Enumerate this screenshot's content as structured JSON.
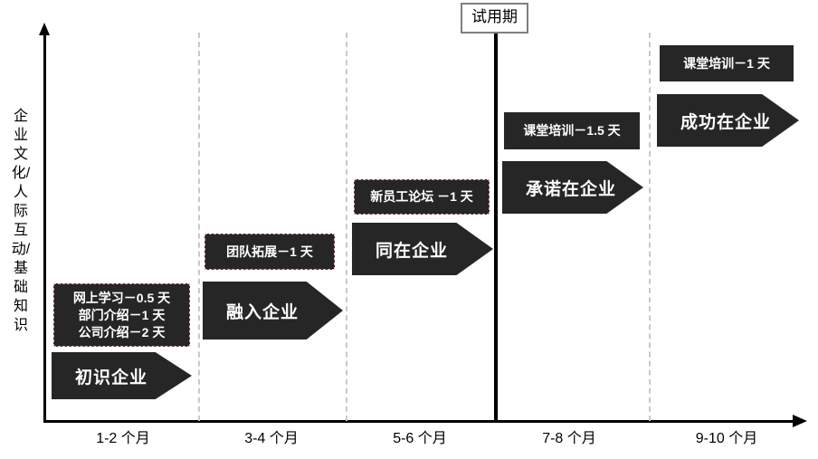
{
  "chart_data": {
    "type": "diagram",
    "title": "",
    "ylabel": "企业文化/人际互动/基础知识",
    "xlabel": "",
    "categories": [
      "1-2 个月",
      "3-4 个月",
      "5-6 个月",
      "7-8 个月",
      "9-10 个月"
    ],
    "marker": {
      "label": "试用期",
      "after_category": "5-6 个月"
    },
    "series": [
      {
        "name": "初识企业",
        "category": "1-2 个月",
        "details": [
          "网上学习－0.5 天",
          "部门介绍－1  天",
          "公司介绍－2  天"
        ],
        "level": 1
      },
      {
        "name": "融入企业",
        "category": "3-4 个月",
        "details": [
          "团队拓展－1 天"
        ],
        "level": 2
      },
      {
        "name": "同在企业",
        "category": "5-6 个月",
        "details": [
          "新员工论坛 －1 天"
        ],
        "level": 3
      },
      {
        "name": "承诺在企业",
        "category": "7-8 个月",
        "details": [
          "课堂培训－1.5  天"
        ],
        "level": 4
      },
      {
        "name": "成功在企业",
        "category": "9-10 个月",
        "details": [
          "课堂培训－1 天"
        ],
        "level": 5
      }
    ]
  },
  "axes": {
    "y_label": "企业文化/人际互动/基础知识",
    "x_ticks": [
      "1-2 个月",
      "3-4 个月",
      "5-6 个月",
      "7-8 个月",
      "9-10 个月"
    ]
  },
  "probation": {
    "label": "试用期"
  },
  "stages": [
    {
      "arrow_label": "初识企业",
      "details": [
        "网上学习－0.5 天",
        "部门介绍－1  天",
        "公司介绍－2  天"
      ]
    },
    {
      "arrow_label": "融入企业",
      "details": [
        "团队拓展－1 天"
      ]
    },
    {
      "arrow_label": "同在企业",
      "details": [
        "新员工论坛 －1 天"
      ]
    },
    {
      "arrow_label": "承诺在企业",
      "details": [
        "课堂培训－1.5  天"
      ]
    },
    {
      "arrow_label": "成功在企业",
      "details": [
        "课堂培训－1 天"
      ]
    }
  ],
  "colors": {
    "shape_fill": "#262626",
    "shape_text": "#ffffff",
    "accent_border": "#f7a8c4",
    "divider": "#c9c9c9",
    "axis": "#000000",
    "marker_border": "#7f7f7f"
  }
}
